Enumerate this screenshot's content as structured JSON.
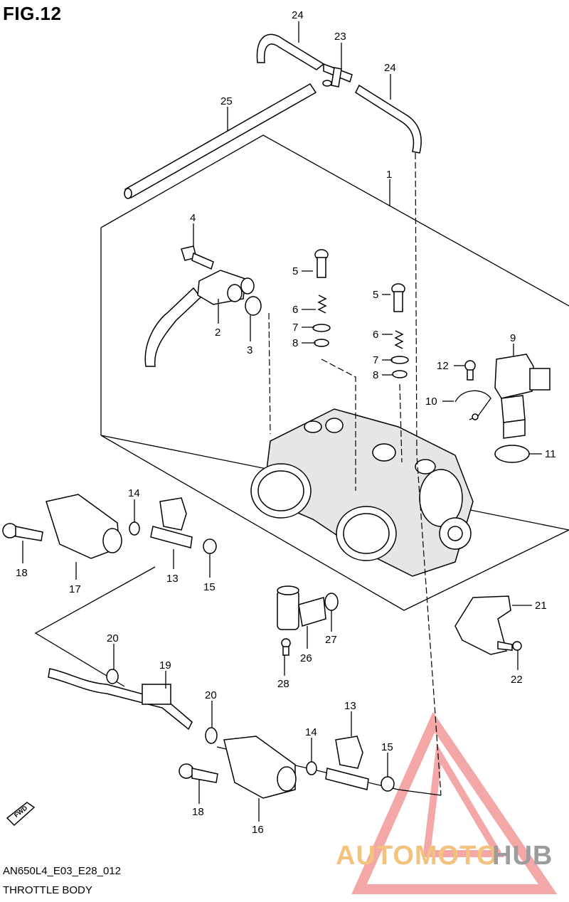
{
  "figure": {
    "title": "FIG.12",
    "code": "AN650L4_E03_E28_012",
    "name": "THROTTLE BODY"
  },
  "watermark": {
    "brand_part1": "AUTOMOTO",
    "brand_part2": "HUB",
    "color_primary": "#f3c27e",
    "color_secondary": "#9c9c9c",
    "triangle_color": "#f08a8a"
  },
  "direction_badge": "FWD",
  "callouts": [
    {
      "id": "c24a",
      "label": "24"
    },
    {
      "id": "c23",
      "label": "23"
    },
    {
      "id": "c24b",
      "label": "24"
    },
    {
      "id": "c25",
      "label": "25"
    },
    {
      "id": "c1",
      "label": "1"
    },
    {
      "id": "c4",
      "label": "4"
    },
    {
      "id": "c5a",
      "label": "5"
    },
    {
      "id": "c6a",
      "label": "6"
    },
    {
      "id": "c7a",
      "label": "7"
    },
    {
      "id": "c8a",
      "label": "8"
    },
    {
      "id": "c5b",
      "label": "5"
    },
    {
      "id": "c6b",
      "label": "6"
    },
    {
      "id": "c7b",
      "label": "7"
    },
    {
      "id": "c8b",
      "label": "8"
    },
    {
      "id": "c2",
      "label": "2"
    },
    {
      "id": "c3",
      "label": "3"
    },
    {
      "id": "c9",
      "label": "9"
    },
    {
      "id": "c12",
      "label": "12"
    },
    {
      "id": "c10",
      "label": "10"
    },
    {
      "id": "c11",
      "label": "11"
    },
    {
      "id": "c14a",
      "label": "14"
    },
    {
      "id": "c18a",
      "label": "18"
    },
    {
      "id": "c17",
      "label": "17"
    },
    {
      "id": "c13a",
      "label": "13"
    },
    {
      "id": "c15a",
      "label": "15"
    },
    {
      "id": "c21",
      "label": "21"
    },
    {
      "id": "c27",
      "label": "27"
    },
    {
      "id": "c26",
      "label": "26"
    },
    {
      "id": "c28",
      "label": "28"
    },
    {
      "id": "c22",
      "label": "22"
    },
    {
      "id": "c20a",
      "label": "20"
    },
    {
      "id": "c19",
      "label": "19"
    },
    {
      "id": "c20b",
      "label": "20"
    },
    {
      "id": "c13b",
      "label": "13"
    },
    {
      "id": "c14b",
      "label": "14"
    },
    {
      "id": "c15b",
      "label": "15"
    },
    {
      "id": "c18b",
      "label": "18"
    },
    {
      "id": "c16",
      "label": "16"
    }
  ]
}
